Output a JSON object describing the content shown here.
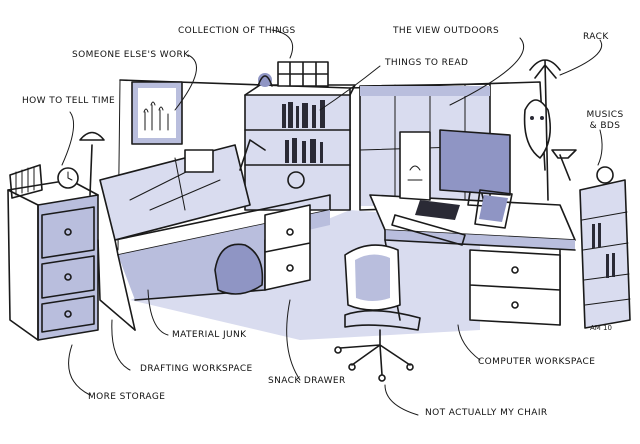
{
  "labels": {
    "collection": "COLLECTION OF THINGS",
    "view": "THE VIEW OUTDOORS",
    "rack": "RACK",
    "someone_else": "SOMEONE ELSE'S WORK",
    "things_to_read": "THINGS TO READ",
    "how_to_tell_time": "HOW TO TELL TIME",
    "musics_line1": "MUSICS",
    "musics_line2": "& BDS",
    "material_junk": "MATERIAL JUNK",
    "drafting": "DRAFTING WORKSPACE",
    "snack": "SNACK DRAWER",
    "computer": "COMPUTER WORKSPACE",
    "more_storage": "MORE STORAGE",
    "not_my_chair": "NOT ACTUALLY MY CHAIR"
  },
  "signature": "AM 10",
  "colors": {
    "ink": "#1a1a1a",
    "wash": "#b9bedd",
    "wash_dark": "#8f95c4"
  }
}
